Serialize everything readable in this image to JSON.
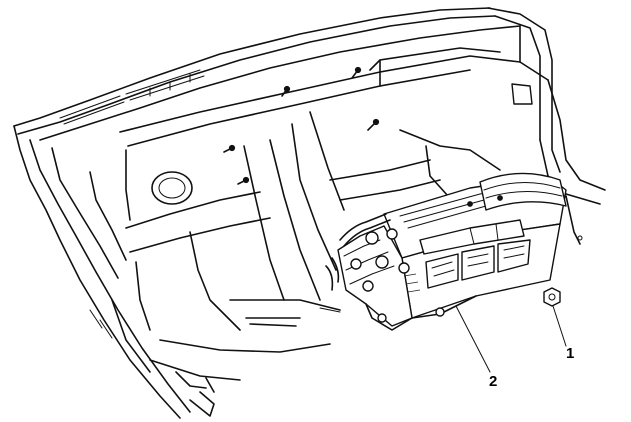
{
  "callouts": [
    {
      "label": "1",
      "target": "fastener-nut"
    },
    {
      "label": "2",
      "target": "hvac-module-assembly"
    }
  ]
}
